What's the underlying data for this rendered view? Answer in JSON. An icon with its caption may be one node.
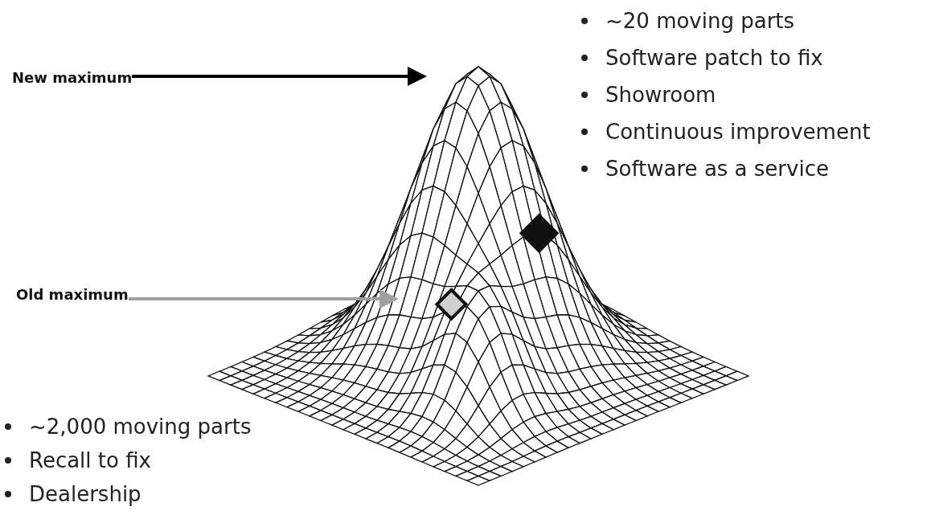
{
  "diagram": {
    "nodes": [
      {
        "text": [
          "New maximum"
        ]
      },
      {
        "text": [
          "Old maximum"
        ]
      }
    ],
    "edges": [
      {
        "from": 0,
        "to": null,
        "arrow": "to"
      },
      {
        "from": 1,
        "to": null,
        "arrow": "to",
        "color": "#a0a0a0"
      }
    ],
    "labels": [
      "~20 moving parts",
      "Software patch to fix",
      "Showroom",
      "Continuous improvement",
      "Software as a service",
      "~2,000 moving parts",
      "Recall to fix",
      "Dealership"
    ]
  }
}
